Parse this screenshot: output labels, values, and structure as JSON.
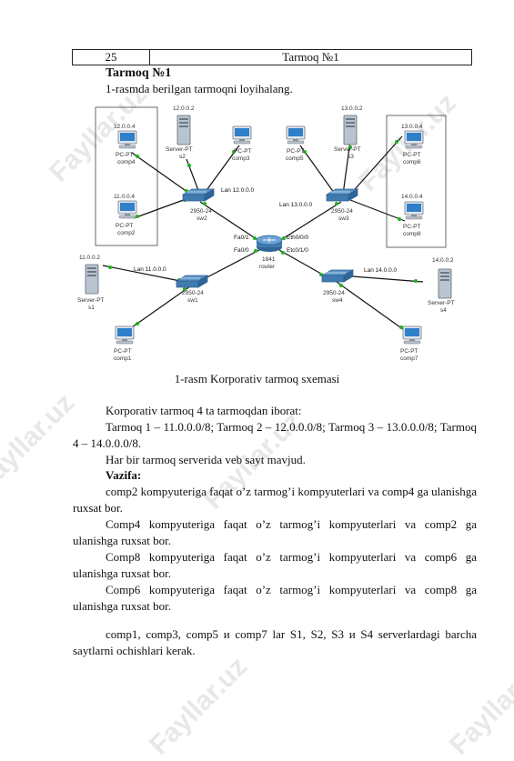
{
  "header": {
    "number": "25",
    "title": "Tarmoq №1"
  },
  "section_title": "Tarmoq №1",
  "instruction": "1-rasmda berilgan tarmoqni loyihalang.",
  "diagram": {
    "nodes": {
      "comp4": {
        "ip": "12.0.0.4",
        "type": "PC-PT",
        "name": "comp4"
      },
      "comp2": {
        "ip": "11.0.0.4",
        "type": "PC-PT",
        "name": "comp2"
      },
      "s2": {
        "ip": "12.0.0.2",
        "type": "Server-PT",
        "name": "s2"
      },
      "comp3": {
        "type": "PC-PT",
        "name": "comp3"
      },
      "comp5": {
        "type": "PC-PT",
        "name": "comp5"
      },
      "s3": {
        "ip": "13.0.0.2",
        "type": "Server-PT",
        "name": "s3"
      },
      "comp6": {
        "ip": "13.0.0.4",
        "type": "PC-PT",
        "name": "comp6"
      },
      "comp8": {
        "ip": "14.0.0.4",
        "type": "PC-PT",
        "name": "comp8"
      },
      "s1": {
        "ip": "11.0.0.2",
        "type": "Server-PT",
        "name": "s1"
      },
      "comp1": {
        "type": "PC-PT",
        "name": "comp1"
      },
      "s4": {
        "ip": "14.0.0.2",
        "type": "Server-PT",
        "name": "s4"
      },
      "comp7": {
        "type": "PC-PT",
        "name": "comp7"
      },
      "sw1": {
        "type": "2950-24",
        "name": "sw1"
      },
      "sw2": {
        "type": "2950-24",
        "name": "sw2"
      },
      "sw3": {
        "type": "2950-24",
        "name": "sw3"
      },
      "sw4": {
        "type": "2950-24",
        "name": "sw4"
      },
      "router": {
        "type": "1841",
        "name": "router"
      }
    },
    "lan_labels": {
      "lan11": "Lan 11.0.0.0",
      "lan12": "Lan 12.0.0.0",
      "lan13": "Lan 13.0.0.0",
      "lan14": "Lan 14.0.0.0"
    },
    "ports": {
      "fa01": "Fa0/1",
      "fa00": "Fa0/0",
      "eth000": "Eth0/0/0",
      "etc010": "Etc0/1/0"
    }
  },
  "figure_caption": "1-rasm Korporativ tarmoq sxemasi",
  "body": {
    "p1": "Korporativ tarmoq 4 ta tarmoqdan iborat:",
    "p2": "Tarmoq 1 – 11.0.0.0/8; Tarmoq 2 – 12.0.0.0/8; Tarmoq 3 – 13.0.0.0/8; Tarmoq 4 – 14.0.0.0/8.",
    "p3": "Har bir tarmoq serverida veb sayt mavjud.",
    "task_label": "Vazifa:",
    "t1": "comp2 kompyuteriga faqat o’z tarmog’i kompyuterlari va comp4 ga ulanishga ruxsat bor.",
    "t2": "Comp4 kompyuteriga faqat o’z tarmog’i kompyuterlari va comp2 ga ulanishga ruxsat bor.",
    "t3": "Comp8 kompyuteriga faqat o’z tarmog’i kompyuterlari va comp6 ga ulanishga ruxsat bor.",
    "t4": "Comp6 kompyuteriga faqat o’z tarmog’i kompyuterlari va comp8 ga ulanishga ruxsat bor.",
    "t5": "comp1, comp3, comp5 и comp7 lar  S1, S2, S3 и S4 serverlardagi barcha saytlarni ochishlari kerak."
  },
  "watermark": "Fayllar.uz"
}
